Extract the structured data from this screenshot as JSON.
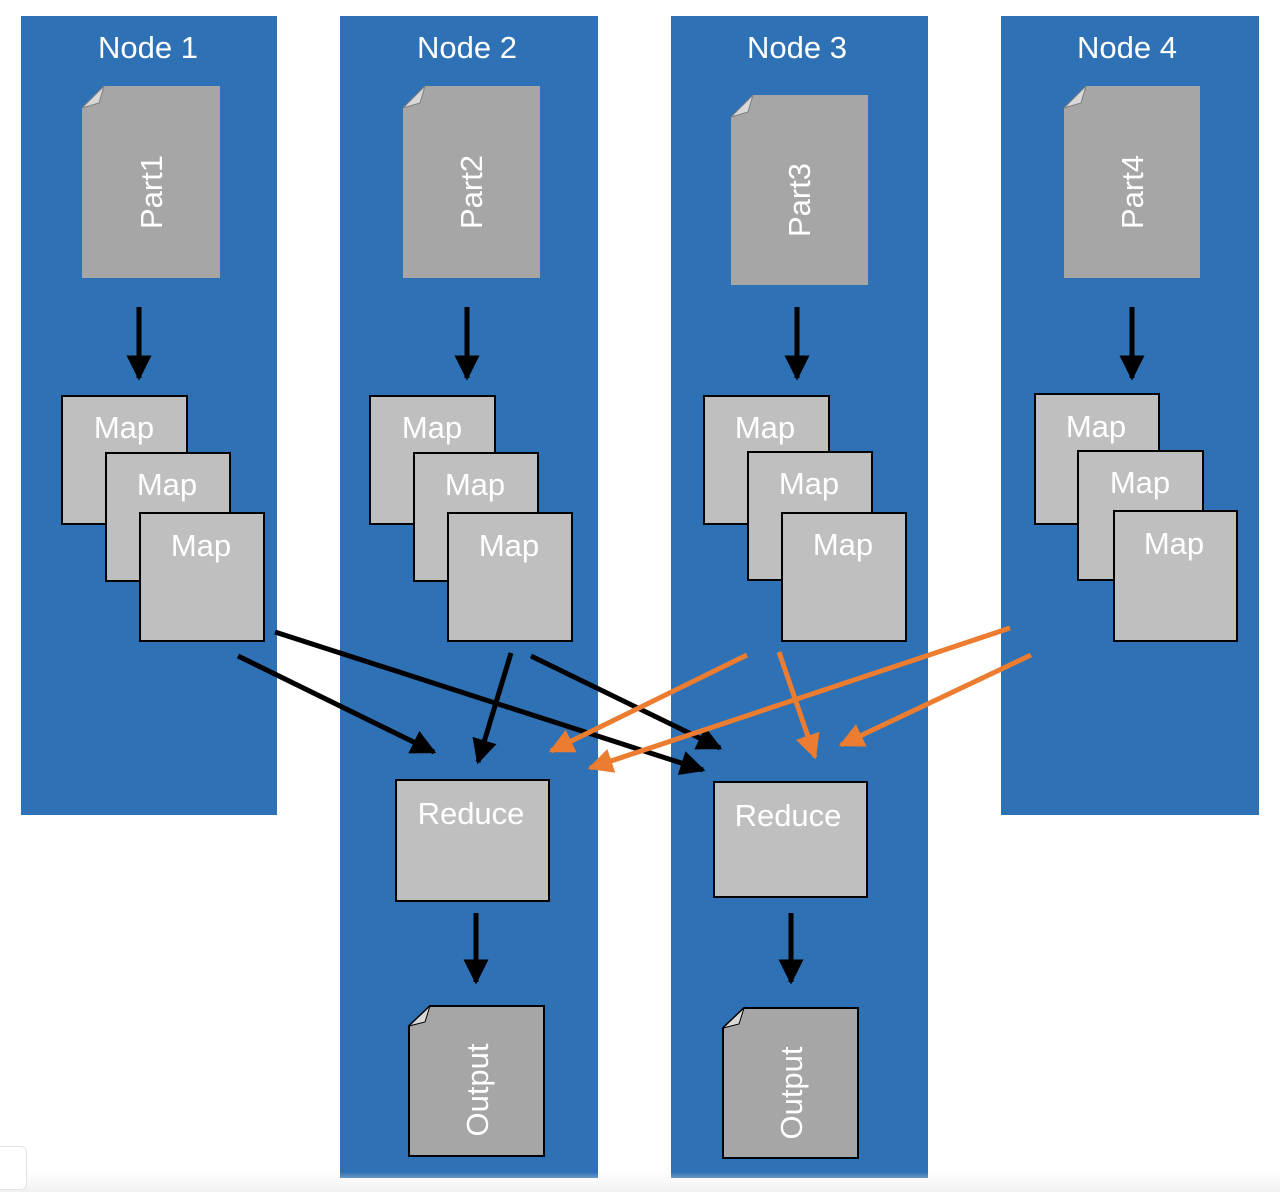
{
  "colors": {
    "node_fill": "#2e71b4",
    "doc_fill": "#a6a6a6",
    "box_fill": "#bfbfbf",
    "text": "#ffffff",
    "black_arrow": "#000000",
    "orange_arrow": "#ec7c30"
  },
  "nodes": [
    {
      "title": "Node 1",
      "part": "Part1",
      "map_labels": [
        "Map",
        "Map",
        "Map"
      ]
    },
    {
      "title": "Node 2",
      "part": "Part2",
      "map_labels": [
        "Map",
        "Map",
        "Map"
      ]
    },
    {
      "title": "Node 3",
      "part": "Part3",
      "map_labels": [
        "Map",
        "Map",
        "Map"
      ]
    },
    {
      "title": "Node 4",
      "part": "Part4",
      "map_labels": [
        "Map",
        "Map",
        "Map"
      ]
    }
  ],
  "reducers": [
    {
      "label": "Reduce",
      "output": "Output"
    },
    {
      "label": "Reduce",
      "output": "Output"
    }
  ],
  "icons": {
    "part_document": "document-folded-corner-icon",
    "output_document": "document-folded-corner-icon"
  }
}
